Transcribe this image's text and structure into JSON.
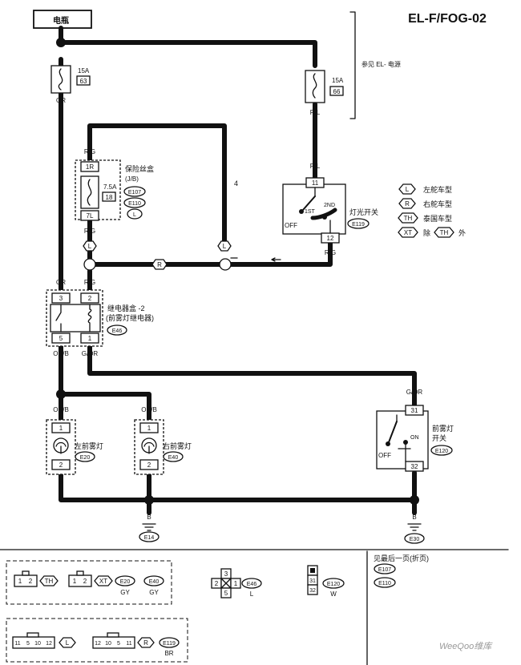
{
  "title": "EL-F/FOG-02",
  "battery": {
    "label": "电瓶"
  },
  "fuses": [
    {
      "amps": "15A",
      "number": "63",
      "wire_out": "OR"
    },
    {
      "amps": "15A",
      "number": "66",
      "wire_out": "R/L"
    }
  ],
  "power_ref": {
    "label": "参见 EL- 电源"
  },
  "jb_fuse": {
    "title": "保险丝盒",
    "subtitle": "(J/B)",
    "amps": "7.5A",
    "number": "18",
    "term_top": "1R",
    "term_bot": "7L",
    "wire_top": "R/G",
    "wire_bot": "R/G",
    "connectors": [
      "E107",
      "E110"
    ],
    "marker": "L"
  },
  "light_switch": {
    "label": "灯光开关",
    "connector": "E119",
    "term_top": "11",
    "term_bot": "12",
    "wire_top": "R/L",
    "wire_bot": "R/G",
    "pos_off": "OFF",
    "pos_1st": "1ST",
    "pos_2nd": "2ND"
  },
  "arrow_label": "4",
  "cross_markers": {
    "left": "L",
    "mid": "R",
    "right": "L"
  },
  "legend": [
    {
      "code": "L",
      "text": "左舵车型"
    },
    {
      "code": "R",
      "text": "右舵车型"
    },
    {
      "code": "TH",
      "text": "泰国车型"
    },
    {
      "code": "XT",
      "text": "除",
      "code2": "TH",
      "suffix": "外"
    }
  ],
  "relay": {
    "title": "继电器盒 -2",
    "subtitle": "(前雾灯继电器)",
    "connector": "E46",
    "term_3": "3",
    "term_2": "2",
    "term_5": "5",
    "term_1": "1",
    "wire_3": "OR",
    "wire_2": "R/G",
    "wire_5": "OR/B",
    "wire_1": "G/OR"
  },
  "fog_left": {
    "label": "左前雾灯",
    "connector": "E20",
    "term_top": "1",
    "term_bot": "2",
    "wire_top": "OR/B",
    "wire_bot": "B"
  },
  "fog_right": {
    "label": "右前雾灯",
    "connector": "E40",
    "term_top": "1",
    "term_bot": "2",
    "wire_top": "OR/B",
    "wire_bot": "B"
  },
  "fog_switch": {
    "label": "前雾灯",
    "label2": "开关",
    "connector": "E120",
    "term_top": "31",
    "term_bot": "32",
    "wire_top": "G/OR",
    "wire_bot": "B",
    "pos_off": "OFF",
    "pos_on": "ON"
  },
  "grounds": [
    {
      "connector": "E14",
      "wire": "B"
    },
    {
      "connector": "E30",
      "wire": "B"
    }
  ],
  "footer": {
    "conn_a": {
      "pins": [
        "1",
        "2"
      ],
      "marker": "TH"
    },
    "conn_b": {
      "pins": [
        "1",
        "2"
      ],
      "marker": "XT"
    },
    "conn_e20": {
      "code": "E20",
      "color": "GY"
    },
    "conn_e40": {
      "code": "E40",
      "color": "GY"
    },
    "conn_e46": {
      "pins": [
        "3",
        "2",
        "1",
        "5"
      ],
      "code": "E46",
      "color": "L"
    },
    "conn_e120": {
      "pins": [
        "31",
        "32"
      ],
      "code": "E120",
      "color": "W"
    },
    "see_last_page": "见最后一页(折页)",
    "see_codes": [
      "E107",
      "E110"
    ],
    "conn_c": {
      "pins": [
        "11",
        "5",
        "10",
        "12"
      ],
      "marker": "L"
    },
    "conn_d": {
      "pins": [
        "12",
        "10",
        "5",
        "11"
      ],
      "marker": "R",
      "code": "E119",
      "color": "BR"
    }
  },
  "watermark": "WeeQoo维库"
}
